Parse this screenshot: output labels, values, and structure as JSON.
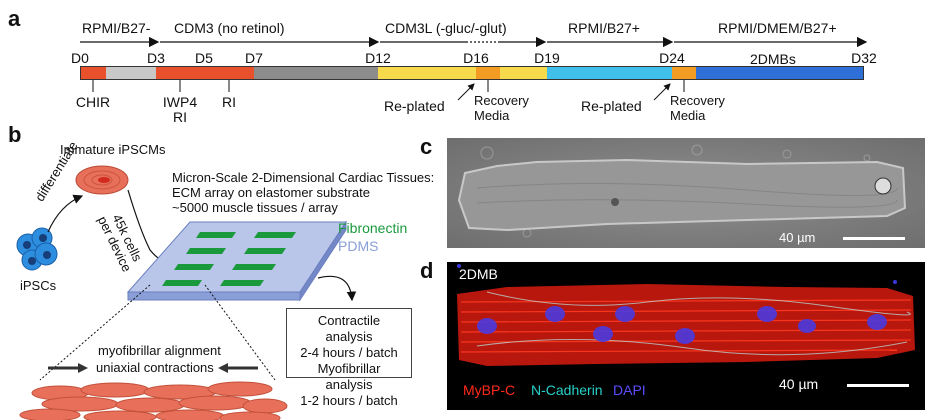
{
  "panel_a": {
    "letter": "a",
    "media": [
      {
        "label": "RPMI/B27-"
      },
      {
        "label": "CDM3 (no retinol)"
      },
      {
        "label": "CDM3L (-gluc/-glut)"
      },
      {
        "label": "RPMI/B27+"
      },
      {
        "label": "RPMI/DMEM/B27+"
      }
    ],
    "days": [
      "D0",
      "D3",
      "D5",
      "D7",
      "D12",
      "D16",
      "D19",
      "D24",
      "D32"
    ],
    "segment_colors": {
      "red": "#e8512b",
      "light_gray": "#c8c8c8",
      "dark_gray": "#8c8c8c",
      "yellow": "#f7d94c",
      "orange": "#f39c24",
      "cyan": "#3fbfea",
      "blue": "#2f6fd8"
    },
    "segment_label_2dmbs": "2DMBs",
    "annotations": {
      "chir": "CHIR",
      "iwp4_line1": "IWP4",
      "iwp4_line2": "RI",
      "ri": "RI",
      "replated_1": "Re-plated",
      "recovery_1_line1": "Recovery",
      "recovery_1_line2": "Media",
      "replated_2": "Re-plated",
      "recovery_2_line1": "Recovery",
      "recovery_2_line2": "Media"
    }
  },
  "panel_b": {
    "letter": "b",
    "immature_label": "Immature iPSCMs",
    "ipscs_label": "iPSCs",
    "differentiate_label": "differentiate",
    "cells_per_device_line1": "45k cells",
    "cells_per_device_line2": "per device",
    "title_line1": "Micron-Scale 2-Dimensional Cardiac Tissues:",
    "title_line2": "ECM array on elastomer substrate",
    "title_line3": "~5000 muscle tissues / array",
    "fibronectin_label": "Fibronectin",
    "pdms_label": "PDMS",
    "contractile_line1": "Contractile analysis",
    "contractile_line2": "2-4 hours / batch",
    "myofibrillar_line1": "Myofibrillar analysis",
    "myofibrillar_line2": "1-2 hours / batch",
    "alignment_label": "myofibrillar alignment",
    "contractions_label": "uniaxial contractions",
    "colors": {
      "fibronectin": "#1a9a3c",
      "pdms": "#8a9fd8",
      "cell": "#e8705a"
    }
  },
  "panel_c": {
    "letter": "c",
    "scale_label": "40 µm"
  },
  "panel_d": {
    "letter": "d",
    "title": "2DMB",
    "stain_mybpc": "MyBP-C",
    "stain_ncad": "N-Cadherin",
    "stain_dapi": "DAPI",
    "scale_label": "40 µm",
    "colors": {
      "mybpc": "#ff2a1a",
      "ncad": "#27d0c8",
      "dapi": "#5b4cff"
    }
  }
}
